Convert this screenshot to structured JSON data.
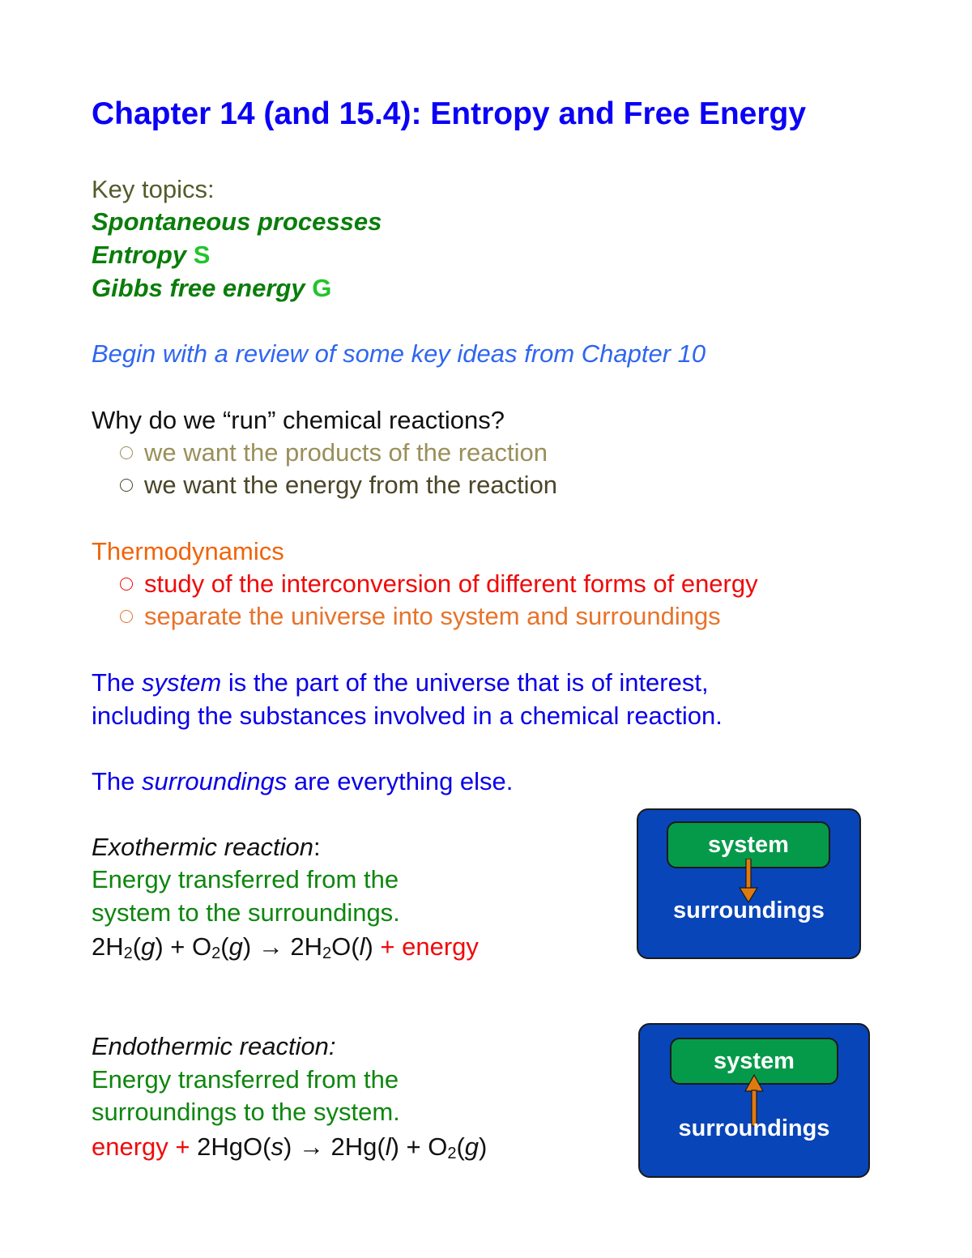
{
  "title": "Chapter 14 (and 15.4): Entropy and Free Energy",
  "key_topics": {
    "label": "Key topics:",
    "items": [
      {
        "text": "Spontaneous processes",
        "symbol": ""
      },
      {
        "text": "Entropy",
        "symbol": "S"
      },
      {
        "text": "Gibbs free energy",
        "symbol": "G"
      }
    ]
  },
  "review_note": "Begin with a review of some key ideas from Chapter 10",
  "why_section": {
    "question": "Why do we “run” chemical reactions?",
    "bullets": [
      "we want the products of the reaction",
      "we want the energy from the reaction"
    ]
  },
  "thermo_section": {
    "heading": "Thermodynamics",
    "bullets": [
      "study of the interconversion of different forms of energy",
      "separate the universe into system and surroundings"
    ]
  },
  "system_def": {
    "prefix": "The ",
    "term": "system",
    "line1_rest": " is the part of the universe that is of interest,",
    "line2": "including the substances involved in a chemical reaction."
  },
  "surroundings_def": {
    "prefix": "The ",
    "term": "surroundings",
    "rest": " are everything else."
  },
  "exothermic": {
    "label": "Exothermic reaction",
    "colon": ":",
    "desc_line1": "Energy transferred from the",
    "desc_line2": "system to the surroundings.",
    "equation": {
      "p1": "2H",
      "s1": "2",
      "p2": "(",
      "st1": "g",
      "p3": ") + O",
      "s2": "2",
      "p4": "(",
      "st2": "g",
      "p5": ") → 2H",
      "s3": "2",
      "p6": "O(",
      "st3": "l",
      "p7": ")",
      "energy": " + energy"
    },
    "diagram": {
      "top": "system",
      "bottom": "surroundings",
      "arrow": "down"
    }
  },
  "endothermic": {
    "label": "Endothermic reaction:",
    "desc_line1": "Energy transferred from the",
    "desc_line2": "surroundings to the system.",
    "equation": {
      "energy": "energy + ",
      "p1": "2HgO(",
      "st1": "s",
      "p2": ") → 2Hg(",
      "st2": "l",
      "p3": ") + O",
      "s1": "2",
      "p4": "(",
      "st3": "g",
      "p5": ")"
    },
    "diagram": {
      "top": "system",
      "bottom": "surroundings",
      "arrow": "up"
    }
  },
  "colors": {
    "title_blue": "#0a00f5",
    "topic_green": "#0a7d0a",
    "symbol_green": "#22c42a",
    "review_blue": "#2f66f0",
    "thermo_orange": "#f0640a",
    "red": "#f00a0a",
    "diagram_blue": "#0845b8",
    "system_green": "#059a4a",
    "arrow_orange": "#e07a10"
  }
}
